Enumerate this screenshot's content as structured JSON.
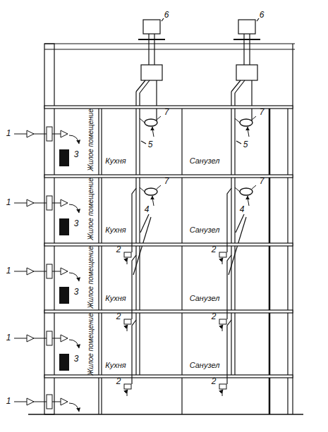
{
  "diagram": {
    "labels": [
      "6",
      "6",
      "1",
      "Жилое помещение",
      "7",
      "5",
      "Кухня",
      "7",
      "5",
      "Санузел",
      "3",
      "1",
      "Жилое помещение",
      "7",
      "4",
      "Кухня",
      "7",
      "4",
      "Санузел",
      "3",
      "1",
      "Жилое помещение",
      "2",
      "Кухня",
      "2",
      "Санузел",
      "3",
      "1",
      "Жилое помещение",
      "2",
      "Кухня",
      "2",
      "Санузел",
      "3",
      "1",
      "2",
      "2"
    ]
  }
}
